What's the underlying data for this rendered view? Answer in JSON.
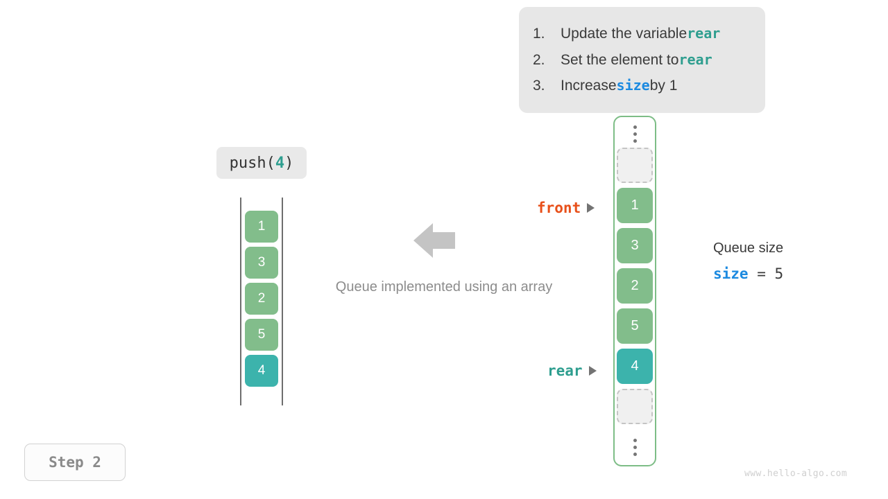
{
  "instructions": {
    "items": [
      {
        "num": "1.",
        "pre": "Update the variable ",
        "kw": "rear",
        "kw_color": "teal",
        "post": ""
      },
      {
        "num": "2.",
        "pre": "Set the element to ",
        "kw": "rear",
        "kw_color": "teal",
        "post": ""
      },
      {
        "num": "3.",
        "pre": "Increase ",
        "kw": "size",
        "kw_color": "blue",
        "post": " by 1"
      }
    ]
  },
  "operation": {
    "name": "push(",
    "arg": "4",
    "close": ")"
  },
  "left_array": {
    "cells": [
      {
        "value": "1",
        "state": "normal"
      },
      {
        "value": "3",
        "state": "normal"
      },
      {
        "value": "2",
        "state": "normal"
      },
      {
        "value": "5",
        "state": "normal"
      },
      {
        "value": "4",
        "state": "highlight"
      }
    ]
  },
  "caption": "Queue implemented using an array",
  "arrow": {
    "direction": "left",
    "color": "#c4c4c4"
  },
  "right_array": {
    "slots": [
      {
        "value": "",
        "state": "empty"
      },
      {
        "value": "1",
        "state": "normal"
      },
      {
        "value": "3",
        "state": "normal"
      },
      {
        "value": "2",
        "state": "normal"
      },
      {
        "value": "5",
        "state": "normal"
      },
      {
        "value": "4",
        "state": "highlight"
      },
      {
        "value": "",
        "state": "empty"
      }
    ],
    "border_color": "#7dbd86"
  },
  "pointers": {
    "front": {
      "label": "front",
      "color": "#e8501a"
    },
    "rear": {
      "label": "rear",
      "color": "#2e9e8f"
    }
  },
  "queue_size": {
    "title": "Queue size",
    "var": "size",
    "equals": "=",
    "value": "5"
  },
  "step": {
    "label": "Step 2"
  },
  "watermark": {
    "text": "www.hello-algo.com"
  },
  "colors": {
    "green": "#82bd8b",
    "teal": "#3cb3ac",
    "orange": "#e8501a",
    "blue": "#1c8ae0",
    "panel_bg": "#e7e7e7"
  }
}
